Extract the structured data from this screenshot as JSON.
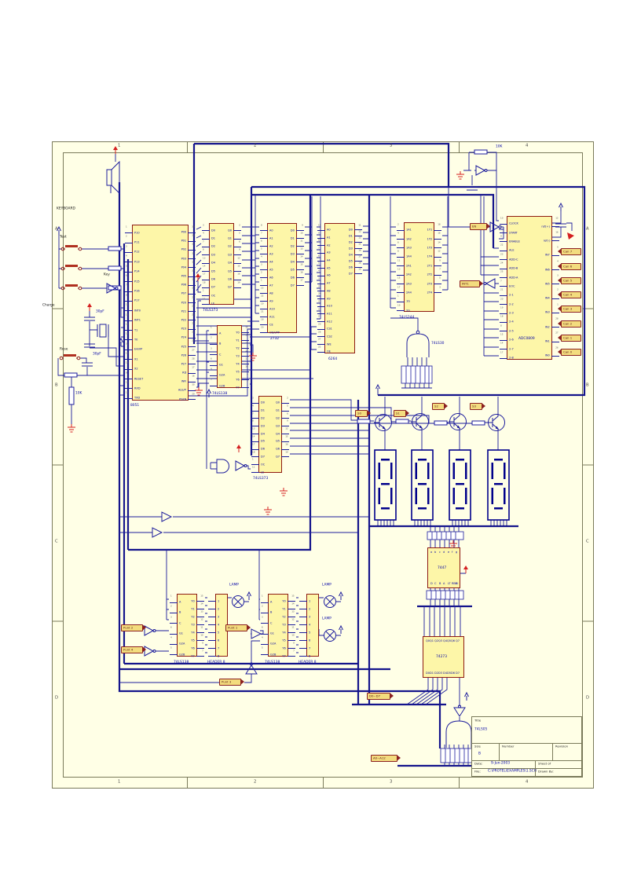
{
  "sheet": {
    "col_refs": [
      "1",
      "2",
      "3",
      "4"
    ],
    "row_refs": [
      "A",
      "B",
      "C",
      "D"
    ],
    "bg": "#FFFFE6",
    "frame_color": "#7a7a5a",
    "wire_color": "#1c1c9c",
    "chip_fill": "#FDF6A8",
    "chip_border": "#8E1A12",
    "power_color": "#D42020"
  },
  "labels": {
    "keyboard": "KEYBOARD",
    "test": "Test",
    "key": "Key",
    "charge": "Charge",
    "reset_btn": "Rese",
    "cap1": "30pF",
    "cap2": "30pF",
    "r1": "10K",
    "r2": "10K",
    "lamp": "LAMP"
  },
  "flags": {
    "en": "EN",
    "int1": "INT1",
    "s": [
      "S0",
      "S1",
      "S2",
      "S3"
    ],
    "punt1": "Punt 1",
    "punt2": "Punt 2",
    "punt3": "Punt 3",
    "punt4": "Punt 4",
    "dbus": "D0~D7",
    "abus": "A0~A12",
    "channels": [
      "Can 7",
      "Can 6",
      "Can 5",
      "Can 4",
      "Can 3",
      "Can 2",
      "Can 1",
      "Can 0"
    ]
  },
  "gates": {
    "nand": "74LS30"
  },
  "chips": {
    "mcu": {
      "name": "8051",
      "lpins": [
        {
          "n": "1",
          "l": "P10"
        },
        {
          "n": "2",
          "l": "P11"
        },
        {
          "n": "3",
          "l": "P12"
        },
        {
          "n": "4",
          "l": "P13"
        },
        {
          "n": "5",
          "l": "P14"
        },
        {
          "n": "6",
          "l": "P15"
        },
        {
          "n": "7",
          "l": "P16"
        },
        {
          "n": "8",
          "l": "P17"
        },
        {
          "n": "12",
          "l": "INT0"
        },
        {
          "n": "13",
          "l": "INT1"
        },
        {
          "n": "15",
          "l": "T1"
        },
        {
          "n": "14",
          "l": "T0"
        },
        {
          "n": "31",
          "l": "EA/VP"
        },
        {
          "n": "19",
          "l": "X1"
        },
        {
          "n": "18",
          "l": "X2"
        },
        {
          "n": "9",
          "l": "RESET"
        },
        {
          "n": "10",
          "l": "RXD"
        },
        {
          "n": "11",
          "l": "TXD"
        }
      ],
      "rpins": [
        {
          "n": "39",
          "l": "P00"
        },
        {
          "n": "38",
          "l": "P01"
        },
        {
          "n": "37",
          "l": "P02"
        },
        {
          "n": "36",
          "l": "P03"
        },
        {
          "n": "35",
          "l": "P04"
        },
        {
          "n": "34",
          "l": "P05"
        },
        {
          "n": "33",
          "l": "P06"
        },
        {
          "n": "32",
          "l": "P07"
        },
        {
          "n": "21",
          "l": "P20"
        },
        {
          "n": "22",
          "l": "P21"
        },
        {
          "n": "23",
          "l": "P22"
        },
        {
          "n": "24",
          "l": "P23"
        },
        {
          "n": "25",
          "l": "P24"
        },
        {
          "n": "26",
          "l": "P25"
        },
        {
          "n": "27",
          "l": "P26"
        },
        {
          "n": "28",
          "l": "P27"
        },
        {
          "n": "17",
          "l": "RD"
        },
        {
          "n": "16",
          "l": "WR"
        },
        {
          "n": "30",
          "l": "ALE/P"
        },
        {
          "n": "29",
          "l": "PSEN"
        }
      ]
    },
    "latch1": {
      "name": "74LS373",
      "lpins": [
        {
          "n": "3",
          "l": "D0"
        },
        {
          "n": "4",
          "l": "D1"
        },
        {
          "n": "7",
          "l": "D2"
        },
        {
          "n": "8",
          "l": "D3"
        },
        {
          "n": "13",
          "l": "D4"
        },
        {
          "n": "14",
          "l": "D5"
        },
        {
          "n": "17",
          "l": "D6"
        },
        {
          "n": "18",
          "l": "D7"
        },
        {
          "n": "1",
          "l": "OC"
        },
        {
          "n": "11",
          "l": "LE"
        }
      ],
      "rpins": [
        {
          "n": "2",
          "l": "Q0"
        },
        {
          "n": "5",
          "l": "Q1"
        },
        {
          "n": "6",
          "l": "Q2"
        },
        {
          "n": "9",
          "l": "Q3"
        },
        {
          "n": "12",
          "l": "Q4"
        },
        {
          "n": "15",
          "l": "Q5"
        },
        {
          "n": "16",
          "l": "Q6"
        },
        {
          "n": "19",
          "l": "Q7"
        }
      ]
    },
    "rom": {
      "name": "2732",
      "lpins": [
        {
          "n": "8",
          "l": "A0"
        },
        {
          "n": "7",
          "l": "A1"
        },
        {
          "n": "6",
          "l": "A2"
        },
        {
          "n": "5",
          "l": "A3"
        },
        {
          "n": "4",
          "l": "A4"
        },
        {
          "n": "3",
          "l": "A5"
        },
        {
          "n": "2",
          "l": "A6"
        },
        {
          "n": "1",
          "l": "A7"
        },
        {
          "n": "23",
          "l": "A8"
        },
        {
          "n": "22",
          "l": "A9"
        },
        {
          "n": "19",
          "l": "A10"
        },
        {
          "n": "21",
          "l": "A11"
        },
        {
          "n": "18",
          "l": "CE"
        },
        {
          "n": "20",
          "l": "OE/VPP"
        }
      ],
      "rpins": [
        {
          "n": "9",
          "l": "D0"
        },
        {
          "n": "10",
          "l": "D1"
        },
        {
          "n": "11",
          "l": "D2"
        },
        {
          "n": "13",
          "l": "D3"
        },
        {
          "n": "14",
          "l": "D4"
        },
        {
          "n": "15",
          "l": "D5"
        },
        {
          "n": "16",
          "l": "D6"
        },
        {
          "n": "17",
          "l": "D7"
        }
      ]
    },
    "ram": {
      "name": "6264",
      "lpins": [
        {
          "n": "10",
          "l": "A0"
        },
        {
          "n": "9",
          "l": "A1"
        },
        {
          "n": "8",
          "l": "A2"
        },
        {
          "n": "7",
          "l": "A3"
        },
        {
          "n": "6",
          "l": "A4"
        },
        {
          "n": "5",
          "l": "A5"
        },
        {
          "n": "4",
          "l": "A6"
        },
        {
          "n": "3",
          "l": "A7"
        },
        {
          "n": "25",
          "l": "A8"
        },
        {
          "n": "24",
          "l": "A9"
        },
        {
          "n": "21",
          "l": "A10"
        },
        {
          "n": "23",
          "l": "A11"
        },
        {
          "n": "2",
          "l": "A12"
        },
        {
          "n": "20",
          "l": "CS1"
        },
        {
          "n": "26",
          "l": "CS2"
        },
        {
          "n": "27",
          "l": "WE"
        },
        {
          "n": "22",
          "l": "OE"
        }
      ],
      "rpins": [
        {
          "n": "11",
          "l": "D0"
        },
        {
          "n": "12",
          "l": "D1"
        },
        {
          "n": "13",
          "l": "D2"
        },
        {
          "n": "15",
          "l": "D3"
        },
        {
          "n": "16",
          "l": "D4"
        },
        {
          "n": "17",
          "l": "D5"
        },
        {
          "n": "18",
          "l": "D6"
        },
        {
          "n": "19",
          "l": "D7"
        }
      ]
    },
    "buf": {
      "name": "74LS244",
      "lpins": [
        {
          "n": "2",
          "l": "1A1"
        },
        {
          "n": "4",
          "l": "1A2"
        },
        {
          "n": "6",
          "l": "1A3"
        },
        {
          "n": "8",
          "l": "1A4"
        },
        {
          "n": "11",
          "l": "2A1"
        },
        {
          "n": "13",
          "l": "2A2"
        },
        {
          "n": "15",
          "l": "2A3"
        },
        {
          "n": "17",
          "l": "2A4"
        },
        {
          "n": "1",
          "l": "1G"
        },
        {
          "n": "19",
          "l": "2G"
        }
      ],
      "rpins": [
        {
          "n": "18",
          "l": "1Y1"
        },
        {
          "n": "16",
          "l": "1Y2"
        },
        {
          "n": "14",
          "l": "1Y3"
        },
        {
          "n": "12",
          "l": "1Y4"
        },
        {
          "n": "9",
          "l": "2Y1"
        },
        {
          "n": "7",
          "l": "2Y2"
        },
        {
          "n": "5",
          "l": "2Y3"
        },
        {
          "n": "3",
          "l": "2Y4"
        }
      ]
    },
    "adc": {
      "name": "ADC0809",
      "lpins": [
        {
          "n": "10",
          "l": "CLOCK"
        },
        {
          "n": "6",
          "l": "START"
        },
        {
          "n": "9",
          "l": "ENABLE"
        },
        {
          "n": "22",
          "l": "ALE"
        },
        {
          "n": "23",
          "l": "ADD-C"
        },
        {
          "n": "24",
          "l": "ADD-B"
        },
        {
          "n": "25",
          "l": "ADD-A"
        },
        {
          "n": "7",
          "l": "EOC"
        },
        {
          "n": "21",
          "l": "2-1"
        },
        {
          "n": "20",
          "l": "2-2"
        },
        {
          "n": "19",
          "l": "2-3"
        },
        {
          "n": "18",
          "l": "2-4"
        },
        {
          "n": "8",
          "l": "2-5"
        },
        {
          "n": "15",
          "l": "2-6"
        },
        {
          "n": "14",
          "l": "2-7"
        },
        {
          "n": "17",
          "l": "2-8"
        }
      ],
      "rpins": [
        {
          "n": "12",
          "l": "ref(+)"
        },
        {
          "n": "16",
          "l": "ref(-)"
        },
        {
          "n": "5",
          "l": "IN7"
        },
        {
          "n": "4",
          "l": "IN6"
        },
        {
          "n": "3",
          "l": "IN5"
        },
        {
          "n": "2",
          "l": "IN4"
        },
        {
          "n": "1",
          "l": "IN3"
        },
        {
          "n": "28",
          "l": "IN2"
        },
        {
          "n": "27",
          "l": "IN1"
        },
        {
          "n": "26",
          "l": "IN0"
        }
      ]
    },
    "dec2": {
      "name": "74LS138",
      "lpins": [
        {
          "n": "1",
          "l": "A"
        },
        {
          "n": "2",
          "l": "B"
        },
        {
          "n": "3",
          "l": "C"
        },
        {
          "n": "6",
          "l": "G1"
        },
        {
          "n": "4",
          "l": "G2A"
        },
        {
          "n": "5",
          "l": "G2B"
        }
      ],
      "rpins": [
        {
          "n": "15",
          "l": "Y0"
        },
        {
          "n": "14",
          "l": "Y1"
        },
        {
          "n": "13",
          "l": "Y2"
        },
        {
          "n": "12",
          "l": "Y3"
        },
        {
          "n": "11",
          "l": "Y4"
        },
        {
          "n": "10",
          "l": "Y5"
        },
        {
          "n": "9",
          "l": "Y6"
        },
        {
          "n": "7",
          "l": "Y7"
        }
      ]
    },
    "latch2": {
      "name": "74LS373",
      "lpins": [
        {
          "n": "3",
          "l": "D0"
        },
        {
          "n": "4",
          "l": "D1"
        },
        {
          "n": "7",
          "l": "D2"
        },
        {
          "n": "8",
          "l": "D3"
        },
        {
          "n": "13",
          "l": "D4"
        },
        {
          "n": "14",
          "l": "D5"
        },
        {
          "n": "17",
          "l": "D6"
        },
        {
          "n": "18",
          "l": "D7"
        },
        {
          "n": "1",
          "l": "OC"
        },
        {
          "n": "11",
          "l": "LE"
        }
      ],
      "rpins": [
        {
          "n": "2",
          "l": "Q0"
        },
        {
          "n": "5",
          "l": "Q1"
        },
        {
          "n": "6",
          "l": "Q2"
        },
        {
          "n": "9",
          "l": "Q3"
        },
        {
          "n": "12",
          "l": "Q4"
        },
        {
          "n": "15",
          "l": "Q5"
        },
        {
          "n": "16",
          "l": "Q6"
        },
        {
          "n": "19",
          "l": "Q7"
        }
      ]
    },
    "dec3": {
      "name": "74LS138",
      "lpins": [
        {
          "n": "1",
          "l": "A"
        },
        {
          "n": "2",
          "l": "B"
        },
        {
          "n": "3",
          "l": "C"
        },
        {
          "n": "6",
          "l": "G1"
        },
        {
          "n": "4",
          "l": "G2A"
        },
        {
          "n": "5",
          "l": "G2B"
        }
      ],
      "rpins": [
        {
          "n": "15",
          "l": "Y0"
        },
        {
          "n": "14",
          "l": "Y1"
        },
        {
          "n": "13",
          "l": "Y2"
        },
        {
          "n": "12",
          "l": "Y3"
        },
        {
          "n": "11",
          "l": "Y4"
        },
        {
          "n": "10",
          "l": "Y5"
        },
        {
          "n": "9",
          "l": "Y6"
        },
        {
          "n": "7",
          "l": "Y7"
        }
      ]
    },
    "dec4": {
      "name": "74LS138",
      "lpins": [
        {
          "n": "1",
          "l": "A"
        },
        {
          "n": "2",
          "l": "B"
        },
        {
          "n": "3",
          "l": "C"
        },
        {
          "n": "6",
          "l": "G1"
        },
        {
          "n": "4",
          "l": "G2A"
        },
        {
          "n": "5",
          "l": "G2B"
        }
      ],
      "rpins": [
        {
          "n": "15",
          "l": "Y0"
        },
        {
          "n": "14",
          "l": "Y1"
        },
        {
          "n": "13",
          "l": "Y2"
        },
        {
          "n": "12",
          "l": "Y3"
        },
        {
          "n": "11",
          "l": "Y4"
        },
        {
          "n": "10",
          "l": "Y5"
        },
        {
          "n": "9",
          "l": "Y6"
        },
        {
          "n": "7",
          "l": "Y7"
        }
      ]
    },
    "hdr": {
      "name": "HEADER 8",
      "pins": [
        {
          "n": "1",
          "l": "1"
        },
        {
          "n": "2",
          "l": "2"
        },
        {
          "n": "3",
          "l": "3"
        },
        {
          "n": "4",
          "l": "4"
        },
        {
          "n": "5",
          "l": "5"
        },
        {
          "n": "6",
          "l": "6"
        },
        {
          "n": "7",
          "l": "7"
        },
        {
          "n": "8",
          "l": "8"
        }
      ]
    },
    "bcd": {
      "name": "7447",
      "top": [
        "a",
        "b",
        "c",
        "d",
        "e",
        "f",
        "g"
      ],
      "bottom": [
        "D",
        "C",
        "B",
        "A",
        "LT",
        "RBI",
        "BI"
      ]
    },
    "ff": {
      "name": "74273",
      "top": [
        "Q0",
        "Q1",
        "Q2",
        "Q3",
        "Q4",
        "Q5",
        "Q6",
        "Q7"
      ],
      "bottom": [
        "D0",
        "D1",
        "D2",
        "D3",
        "D4",
        "D5",
        "D6",
        "D7"
      ]
    }
  },
  "title_block": {
    "title_label": "Title",
    "title_value": "74LS05",
    "size_label": "Size",
    "size_value": "B",
    "number_label": "Number",
    "revision_label": "Revision",
    "date_label": "Date:",
    "date_value": "9-Jun-2003",
    "sheet_label": "Sheet  of",
    "file_label": "File:",
    "file_value": "C:\\PROTEL\\EXAMPLES\\1.SCH",
    "drawn_label": "Drawn By:"
  }
}
